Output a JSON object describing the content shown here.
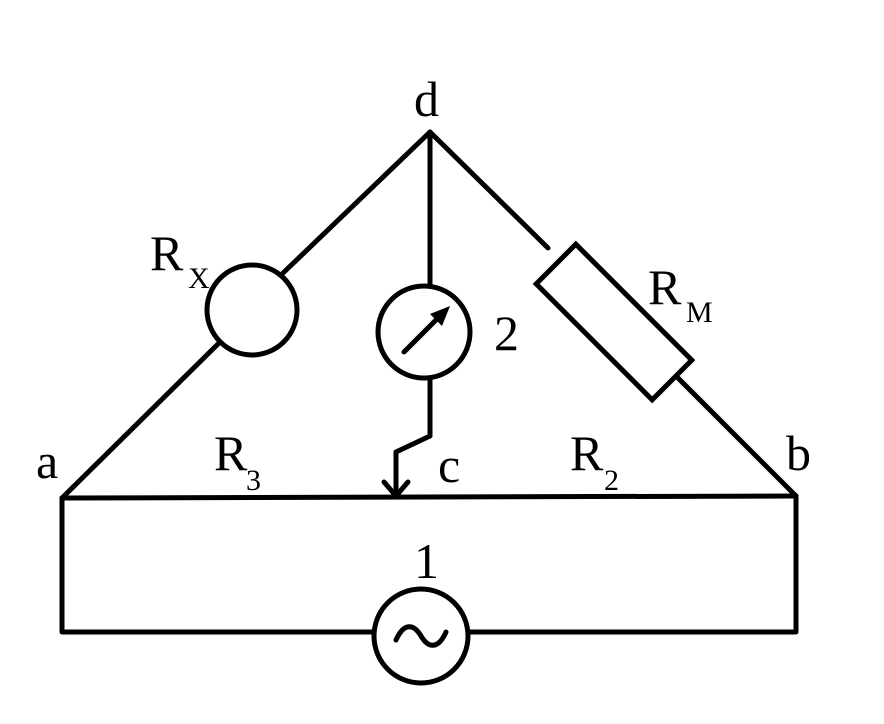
{
  "nodes": {
    "a": "a",
    "b": "b",
    "c": "c",
    "d": "d"
  },
  "resistors": {
    "rx": {
      "main": "R",
      "sub": "X"
    },
    "rm": {
      "main": "R",
      "sub": "M"
    },
    "r3": {
      "main": "R",
      "sub": "3"
    },
    "r2": {
      "main": "R",
      "sub": "2"
    }
  },
  "components": {
    "source_number": "1",
    "galvanometer_number": "2",
    "source_symbol": "~"
  },
  "colors": {
    "stroke": "#000000",
    "background": "#ffffff"
  },
  "icons": {
    "source": "ac-source-icon",
    "galvanometer": "galvanometer-icon",
    "sliding_contact": "arrow-down-icon"
  }
}
